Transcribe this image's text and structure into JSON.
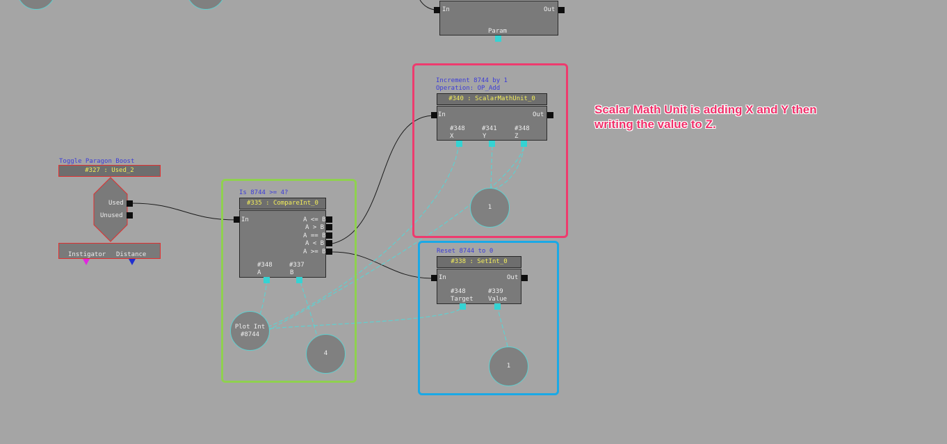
{
  "colors": {
    "background": "#a5a5a5",
    "green_frame": "#8fd14f",
    "red_frame": "#ee3b6e",
    "blue_frame": "#1aa9e6",
    "annotation": "#f0306a",
    "wire_cyan": "#5fd0d0",
    "wire_dark": "#1a1a1a"
  },
  "top_node": {
    "in": "In",
    "out": "Out",
    "param": "Param"
  },
  "used_node": {
    "title": "Toggle Paragon Boost",
    "header": "#327 : Used_2",
    "used": "Used",
    "unused": "Unused",
    "instigator": "Instigator",
    "distance": "Distance"
  },
  "compare_node": {
    "title": "Is 8744 >= 4?",
    "header": "#335 : CompareInt_0",
    "in": "In",
    "outputs": [
      "A <= B",
      "A > B",
      "A == B",
      "A < B",
      "A >= B"
    ],
    "var_a_id": "#348",
    "var_a": "A",
    "var_b_id": "#337",
    "var_b": "B"
  },
  "math_node": {
    "title1": "Increment 8744 by 1",
    "title2": "Operation: OP_Add",
    "header": "#340 : ScalarMathUnit_0",
    "in": "In",
    "out": "Out",
    "x_id": "#348",
    "x": "X",
    "y_id": "#341",
    "y": "Y",
    "z_id": "#348",
    "z": "Z"
  },
  "set_node": {
    "title": "Reset 8744 to 0",
    "header": "#338 : SetInt_0",
    "in": "In",
    "out": "Out",
    "target_id": "#348",
    "target": "Target",
    "value_id": "#339",
    "value": "Value"
  },
  "vars": {
    "plot_line1": "Plot Int",
    "plot_line2": "#8744",
    "four": "4",
    "one_math": "1",
    "one_set": "1"
  },
  "annotation": {
    "line1": "Scalar Math Unit is adding X and Y then",
    "line2": "writing the value to Z."
  }
}
